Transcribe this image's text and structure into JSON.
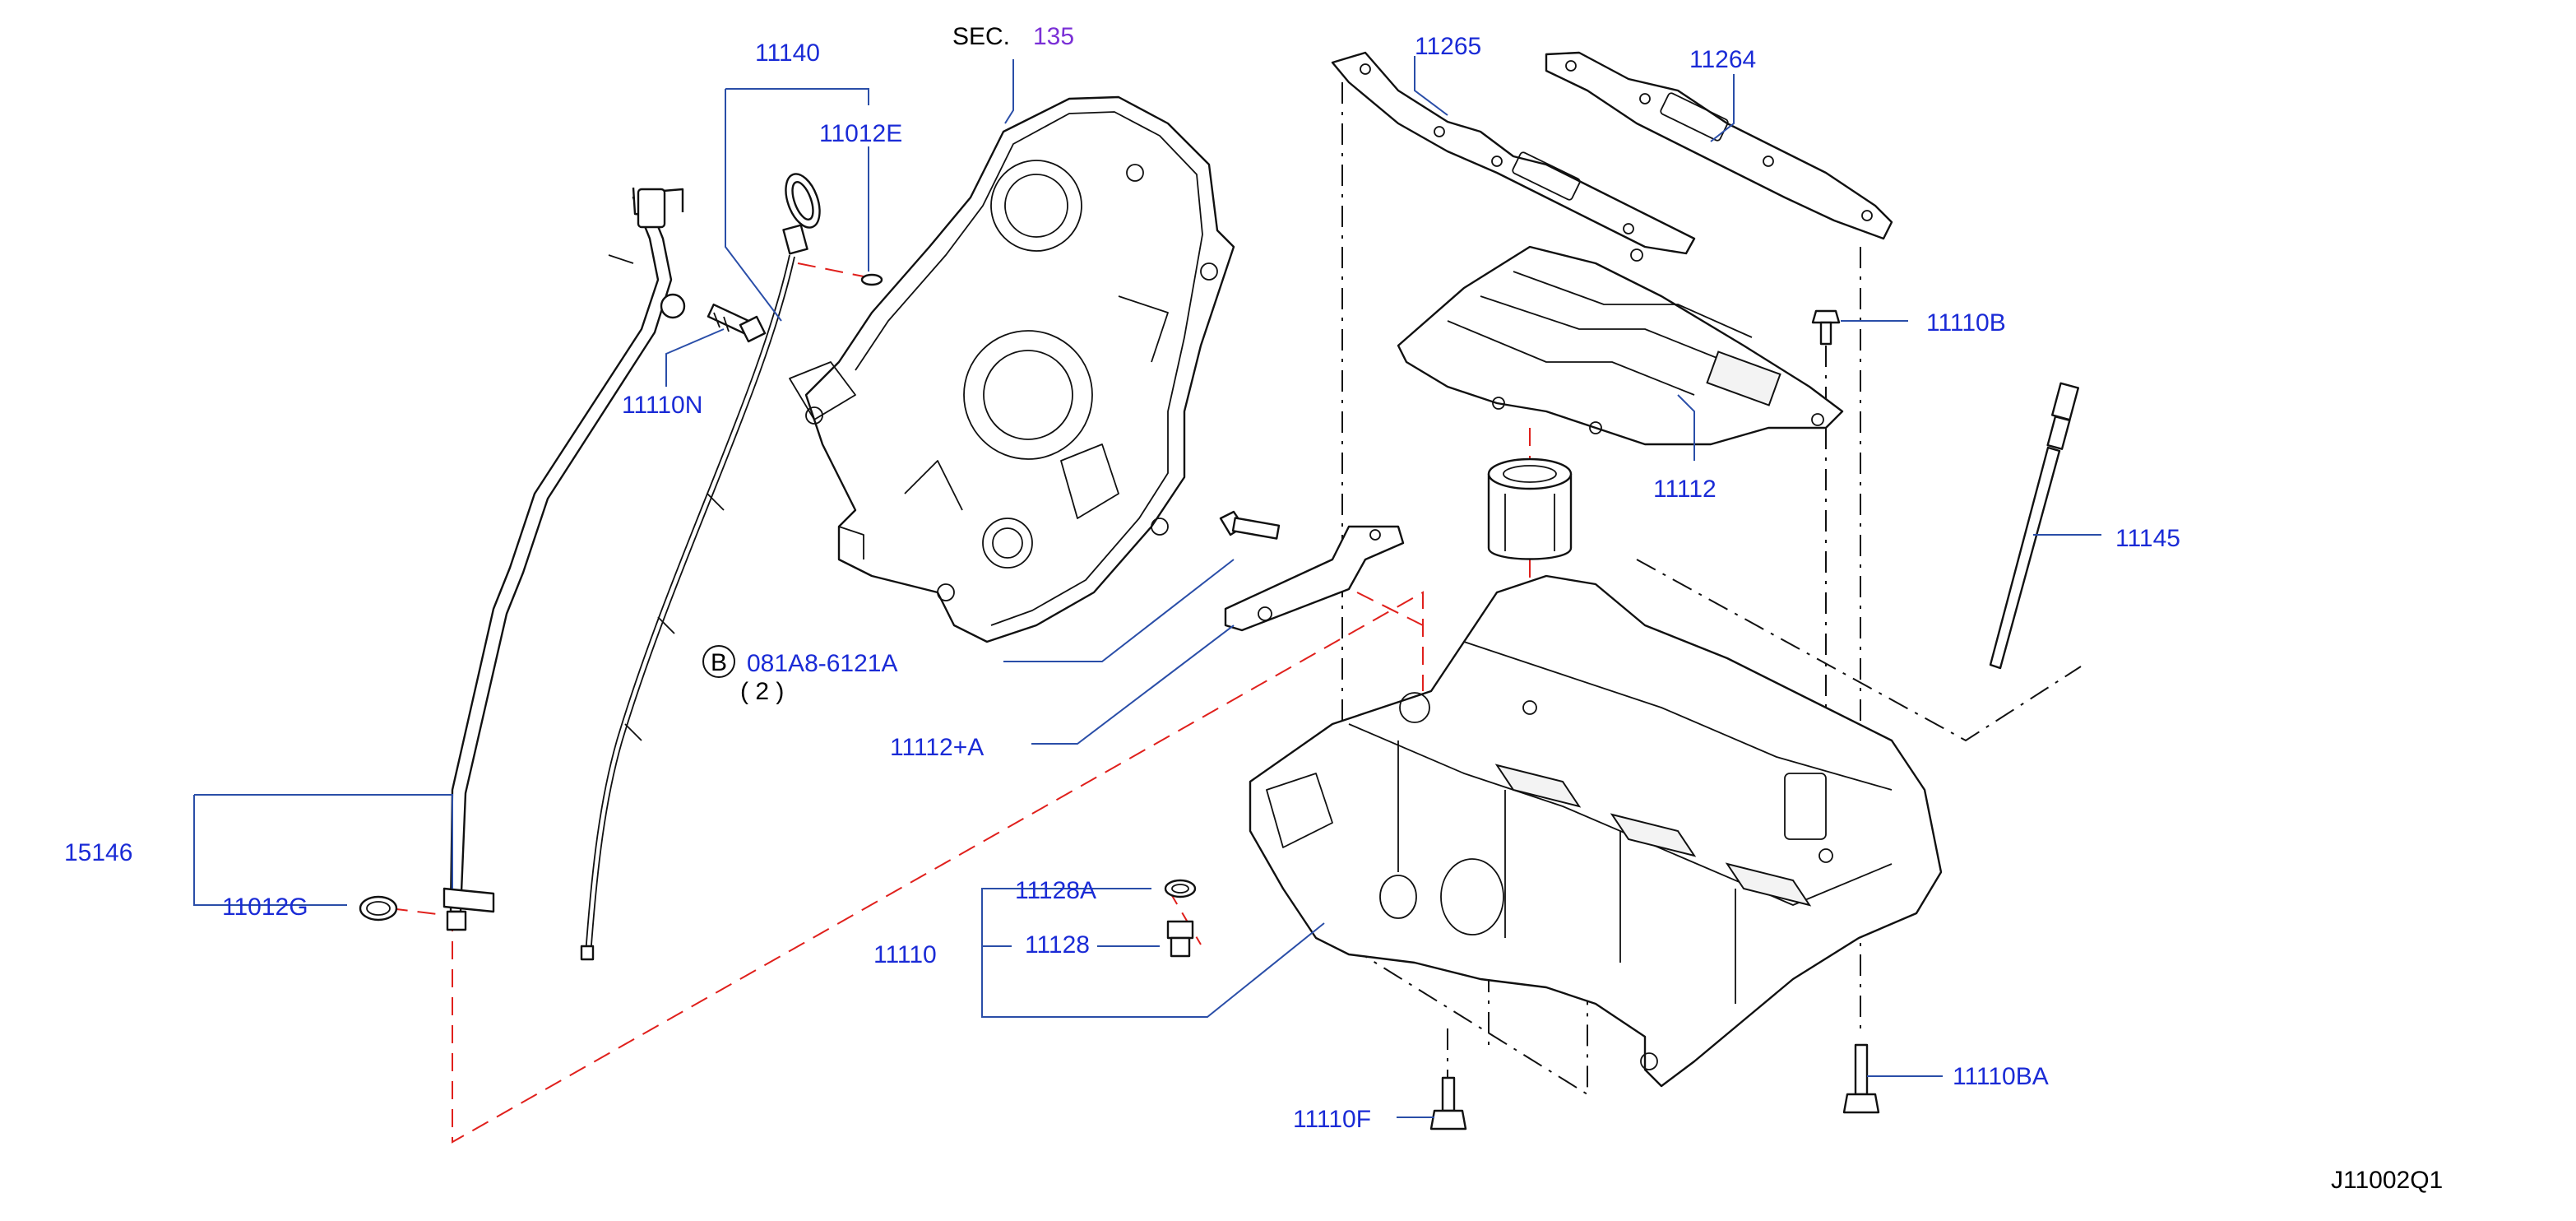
{
  "diagram": {
    "section_ref": {
      "prefix": "SEC.",
      "number": "135"
    },
    "drawing_code": "J11002Q1",
    "bolt_symbol": {
      "letter": "B",
      "part_no": "081A8-6121A",
      "quantity": "( 2 )"
    },
    "parts": {
      "p11140": "11140",
      "p11012E": "11012E",
      "p11110N": "11110N",
      "p11265": "11265",
      "p11264": "11264",
      "p11110B": "11110B",
      "p11112": "11112",
      "p11145": "11145",
      "p11112A": "11112+A",
      "p15146": "15146",
      "p11012G": "11012G",
      "p11128A": "11128A",
      "p11128": "11128",
      "p11110": "11110",
      "p11110BA": "11110BA",
      "p11110F": "11110F"
    }
  },
  "colors": {
    "label_blue": "#1a2bd6",
    "leader_blue": "#2a4ea8",
    "assembly_red": "#e0201c",
    "section_purple": "#7a2fd6"
  }
}
